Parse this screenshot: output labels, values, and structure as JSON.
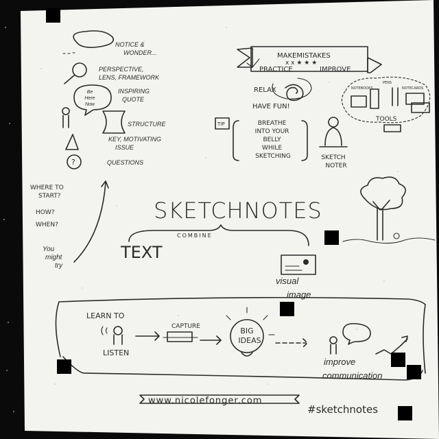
{
  "colors": {
    "background": "#0a0a0a",
    "paper": "#f3f3f0",
    "ink": "#2a2a2a",
    "redaction": "#000000"
  },
  "top_left": {
    "notice": [
      "NOTICE &",
      "WONDER..."
    ],
    "perspective": [
      "PERSPECTIVE,",
      "LENS, FRAMEWORK"
    ],
    "bubble": [
      "Be",
      "Here",
      "Now"
    ],
    "inspiring": [
      "INSPIRING",
      "QUOTE"
    ],
    "structure": "STRUCTURE",
    "key": [
      "KEY, MOTIVATING",
      "ISSUE"
    ],
    "questions": "QUESTIONS"
  },
  "top_right": {
    "banner": [
      "MAKEMISTAKES",
      "PRACTICE",
      "IMPROVE"
    ],
    "relax": "RELAX",
    "have_fun": "HAVE FUN!",
    "tip": "TIP",
    "breathe": [
      "BREATHE",
      "INTO YOUR",
      "BELLY",
      "WHILE",
      "SKETCHING"
    ],
    "sketchnoter": [
      "SKETCH",
      "NOTER"
    ],
    "tools": "TOOLS",
    "tool_labels": [
      "NOTEBOOKS",
      "PENS",
      "NOTECARDS"
    ]
  },
  "left": {
    "where": [
      "WHERE TO",
      "START?"
    ],
    "how": "HOW?",
    "when": "WHEN?",
    "you_might": [
      "You",
      "might",
      "try"
    ]
  },
  "center": {
    "title": "SKETCHNOTES",
    "combine": "COMBINE",
    "text": "TEXT",
    "visual": [
      "visual",
      "image"
    ]
  },
  "bottom": {
    "learn": [
      "LEARN TO",
      "LISTEN"
    ],
    "capture": "CAPTURE",
    "big": [
      "BIG",
      "IDEAS"
    ],
    "improve": [
      "improve",
      "communication"
    ]
  },
  "footer": {
    "url": "www.nicolefonger.com",
    "hashtag": "#sketchnotes"
  }
}
